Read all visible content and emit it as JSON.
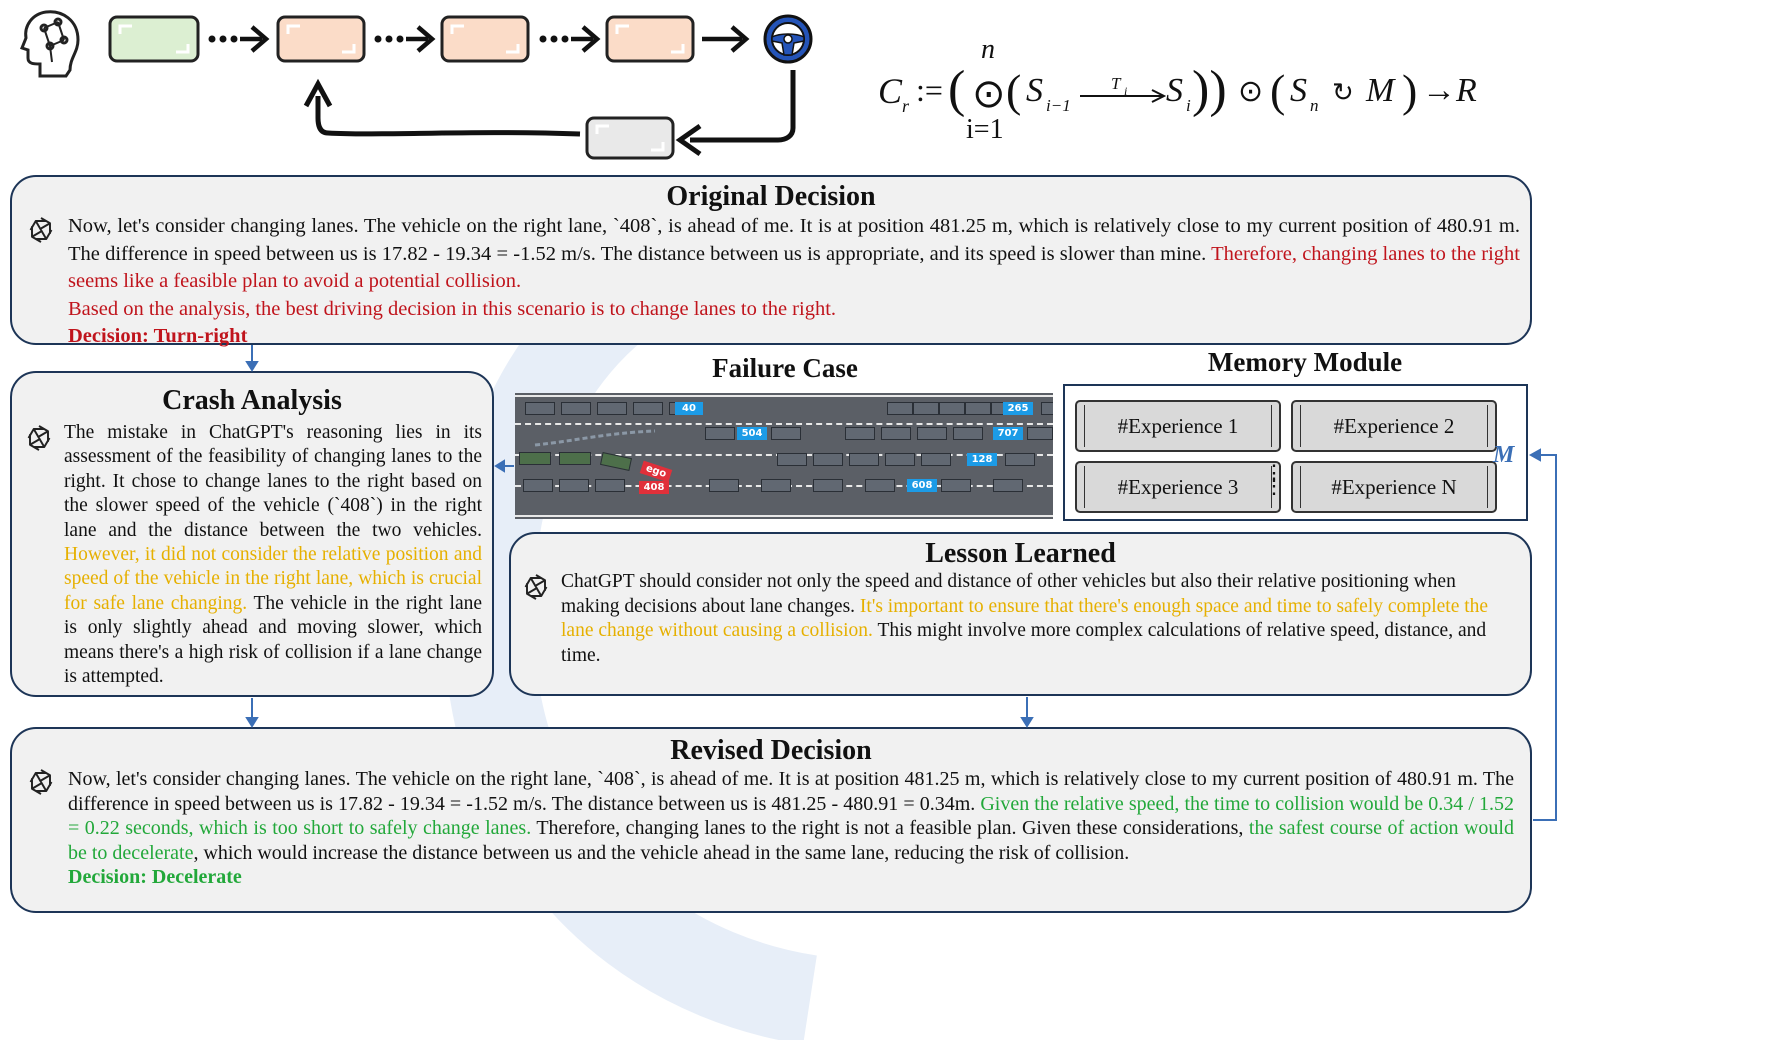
{
  "formula": {
    "lhs": "C",
    "lhs_sub": "r",
    "assign": ":=",
    "upper": "n",
    "lower": "i=1",
    "s_prev": "S",
    "s_prev_sub": "i−1",
    "transition": "T",
    "transition_sub": "i",
    "s_i": "S",
    "s_i_sub": "i",
    "s_n": "S",
    "s_n_sub": "n",
    "memory": "M",
    "result": "R"
  },
  "original_decision": {
    "title": "Original Decision",
    "text_normal": "Now, let's consider changing lanes. The vehicle on the right lane, `408`, is ahead of me. It is at position 481.25 m, which is relatively close to my current position of 480.91 m. The difference in speed between us is 17.82 - 19.34 = -1.52 m/s. The distance between us is appropriate, and its speed is slower than mine. ",
    "text_red": "Therefore, changing lanes to the right seems like a feasible plan to avoid a potential collision.",
    "text_red2": "Based on the analysis, the best driving decision in this scenario is to change lanes to the right.",
    "decision": "Decision: Turn-right"
  },
  "crash_analysis": {
    "title": "Crash Analysis",
    "text1": "The mistake in ChatGPT's reasoning lies in its assessment of the feasibility of changing lanes to the right. It chose to change lanes to the right based on the slower speed of the vehicle (`408`) in the right lane and the distance between the two vehicles. ",
    "text_yellow": "However, it did not consider the relative position and speed of the vehicle in the right lane, which is crucial for safe lane changing.",
    "text2": " The vehicle in the right lane is only slightly ahead and moving slower, which means there's a high risk of collision if a lane change is attempted."
  },
  "failure_case": {
    "title": "Failure Case",
    "vehicle_ids": [
      "40",
      "265",
      "504",
      "707",
      "128",
      "608",
      "ego",
      "408"
    ]
  },
  "memory_module": {
    "title": "Memory Module",
    "experiences": [
      "#Experience 1",
      "#Experience 2",
      "#Experience 3",
      "#Experience N"
    ],
    "ellipsis": "⋮",
    "label": "M"
  },
  "lesson_learned": {
    "title": "Lesson Learned",
    "text1": "ChatGPT should consider not only the speed and distance of other vehicles but also their relative positioning when making decisions about lane changes. ",
    "text_yellow": "It's important to ensure that there's enough space and time to safely complete the lane change without causing a collision.",
    "text2": " This might involve more complex calculations of relative speed, distance, and time."
  },
  "revised_decision": {
    "title": "Revised Decision",
    "text1": "Now, let's consider changing lanes. The vehicle on the right lane, `408`, is ahead of me. It is at position 481.25 m, which is relatively close to my current position of 480.91 m. The difference in speed between us is 17.82 - 19.34 = -1.52 m/s. The distance between us is 481.25 - 480.91 = 0.34m. ",
    "text_green1": "Given the relative speed, the time to collision would be 0.34 / 1.52 = 0.22 seconds, which is too short to safely change lanes.",
    "text2": " Therefore, changing lanes to the right is not a feasible plan. Given these considerations, ",
    "text_green2": "the safest course of action would be to decelerate",
    "text3": ", which would increase the distance between us and the vehicle ahead in the same lane, reducing the risk of collision.",
    "decision": "Decision: Decelerate"
  },
  "colors": {
    "panel_border": "#1d3557",
    "panel_bg": "#f1f1f1",
    "red": "#c0141c",
    "yellow": "#e6b000",
    "green": "#22a83a",
    "arrow_blue": "#3b6fb6",
    "wheel_blue": "#2454b8"
  },
  "icons": [
    "brain-icon",
    "steering-wheel-icon",
    "chatgpt-icon"
  ]
}
